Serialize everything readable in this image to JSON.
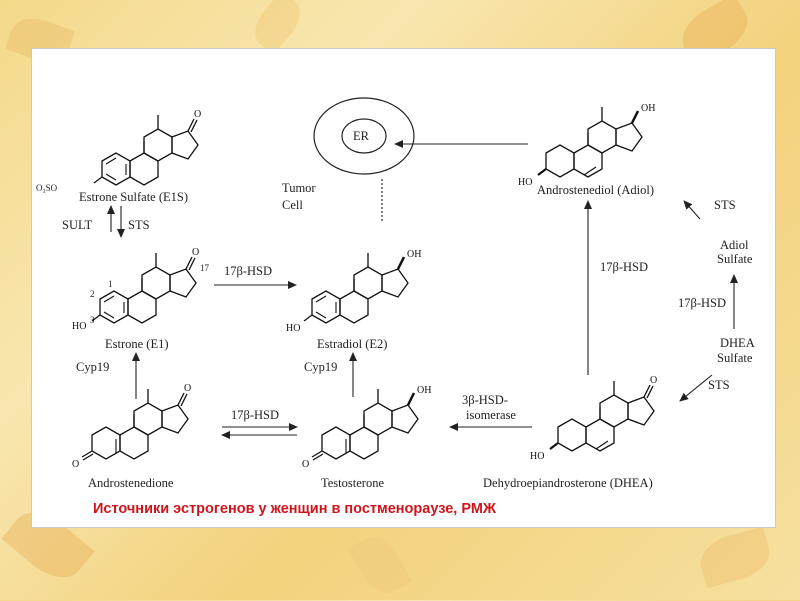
{
  "labels": {
    "estrone_sulfate": "Estrone Sulfate (E1S)",
    "o3so": "O₃SO",
    "estrone": "Estrone (E1)",
    "estradiol": "Estradiol (E2)",
    "androstenedione": "Androstenedione",
    "testosterone": "Testosterone",
    "dhea": "Dehydroepiandrosterone (DHEA)",
    "adiol": "Androstenediol (Adiol)",
    "adiol_sulfate_1": "Adiol",
    "adiol_sulfate_2": "Sulfate",
    "dhea_sulfate_1": "DHEA",
    "dhea_sulfate_2": "Sulfate",
    "tumor_cell_1": "Tumor",
    "tumor_cell_2": "Cell",
    "er": "ER"
  },
  "enzymes": {
    "sult": "SULT",
    "sts_left": "STS",
    "cyp19_left": "Cyp19",
    "cyp19_mid": "Cyp19",
    "hsd_e1_e2": "17β-HSD",
    "hsd_andro_testo": "17β-HSD",
    "hsd3_1": "3β-HSD-",
    "hsd3_2": "isomerase",
    "hsd_dhea_adiol": "17β-HSD",
    "hsd_dheas_adiols": "17β-HSD",
    "sts_adiol": "STS",
    "sts_dhea": "STS"
  },
  "atoms": {
    "o": "O",
    "oh": "OH",
    "ho": "HO",
    "pos1": "1",
    "pos2": "2",
    "pos3": "3",
    "pos17": "17"
  },
  "caption": "Источники эстрогенов у женщин в постменораузе, РМЖ",
  "colors": {
    "caption": "#d0141c",
    "line": "#222222",
    "background": "#f4d98a"
  }
}
